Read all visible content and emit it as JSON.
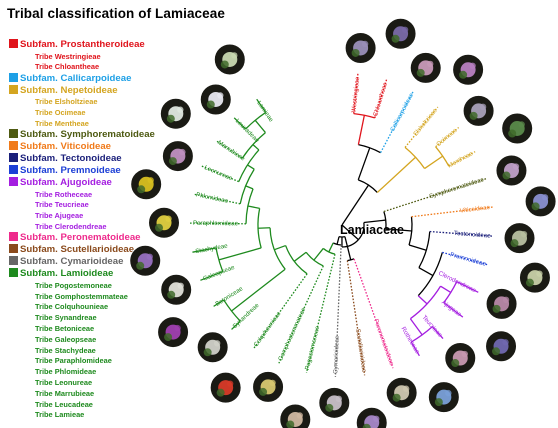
{
  "title": "Tribal classification of Lamiaceae",
  "root_label": "Lamiaceae",
  "legend": [
    {
      "label": "Subfam. Prostantheroideae",
      "color": "#e0141c",
      "tribes": [
        "Tribe Westringieae",
        "Tribe Chloantheae"
      ]
    },
    {
      "label": "Subfam. Callicarpoideae",
      "color": "#1ea0e6",
      "tribes": []
    },
    {
      "label": "Subfam. Nepetoideae",
      "color": "#d4a520",
      "tribes": [
        "Tribe Elsholtzieae",
        "Tribe Ocimeae",
        "Tribe Mentheae"
      ]
    },
    {
      "label": "Subfam. Symphorematoideae",
      "color": "#4e5a12",
      "tribes": []
    },
    {
      "label": "Subfam. Viticoideae",
      "color": "#f07a1a",
      "tribes": []
    },
    {
      "label": "Subfam. Tectonoideae",
      "color": "#1a1f7a",
      "tribes": []
    },
    {
      "label": "Subfam. Premnoideae",
      "color": "#1c3fd6",
      "tribes": []
    },
    {
      "label": "Subfam. Ajugoideae",
      "color": "#a41ee0",
      "tribes": [
        "Tribe Rotheceae",
        "Tribe Teucrieae",
        "Tribe Ajugeae",
        "Tribe Clerodendreae"
      ]
    },
    {
      "label": "Subfam. Peronematoideae",
      "color": "#ee2a8c",
      "tribes": []
    },
    {
      "label": "Subfam. Scutellarioideae",
      "color": "#8a4a1c",
      "tribes": []
    },
    {
      "label": "Subfam. Cymarioideae",
      "color": "#666666",
      "tribes": []
    },
    {
      "label": "Subfam. Lamioideae",
      "color": "#1e8a1e",
      "tribes": [
        "Tribe Pogostemoneae",
        "Tribe Gomphostemmateae",
        "Tribe Colquhounieae",
        "Tribe Synandreae",
        "Tribe Betoniceae",
        "Tribe Galeopseae",
        "Tribe Stachydeae",
        "Tribe Paraphlomideae",
        "Tribe Phlomideae",
        "Tribe Leonureae",
        "Tribe Marrubieae",
        "Tribe Leucadeae",
        "Tribe Lamieae"
      ]
    }
  ],
  "leaves": [
    {
      "label": "Westringieae",
      "color": "#e0141c",
      "photo": "#9a8fb8"
    },
    {
      "label": "Chloantheae",
      "color": "#e0141c",
      "photo": "#7a6aa8"
    },
    {
      "label": "Callicarpoideae",
      "color": "#1ea0e6",
      "photo": "#c89ab8"
    },
    {
      "label": "Elsholtzieae",
      "color": "#d4a520",
      "photo": "#b880c0"
    },
    {
      "label": "Ocimeae",
      "color": "#d4a520",
      "photo": "#a8a0b8"
    },
    {
      "label": "Mentheae",
      "color": "#d4a520",
      "photo": "#5a8a4a"
    },
    {
      "label": "Symphorematoideae",
      "color": "#4e5a12",
      "photo": "#c0a0c8"
    },
    {
      "label": "Viticoideae",
      "color": "#f07a1a",
      "photo": "#8a90d0"
    },
    {
      "label": "Tectonoideae",
      "color": "#1a1f7a",
      "photo": "#b8c0a0"
    },
    {
      "label": "Premnoideae",
      "color": "#1c3fd6",
      "photo": "#c8d0a8"
    },
    {
      "label": "Clerodendreae",
      "color": "#a41ee0",
      "photo": "#b888a8"
    },
    {
      "label": "Ajugeae",
      "color": "#a41ee0",
      "photo": "#7068b0"
    },
    {
      "label": "Teucrieae",
      "color": "#a41ee0",
      "photo": "#c898b0"
    },
    {
      "label": "Rotheceae",
      "color": "#a41ee0",
      "photo": "#7aa0d8"
    },
    {
      "label": "Peronematoideae",
      "color": "#ee2a8c",
      "photo": "#d0c8b0"
    },
    {
      "label": "Scutellarioideae",
      "color": "#8a4a1c",
      "photo": "#a888c8"
    },
    {
      "label": "Cymarioideae",
      "color": "#666666",
      "photo": "#c8c0c8"
    },
    {
      "label": "Pogostemoneae",
      "color": "#1e8a1e",
      "photo": "#d0b8a0"
    },
    {
      "label": "Gomphostemmateae",
      "color": "#1e8a1e",
      "photo": "#d8c870"
    },
    {
      "label": "Colquhounieae",
      "color": "#1e8a1e",
      "photo": "#d83a28"
    },
    {
      "label": "Synandreae",
      "color": "#1e8a1e",
      "photo": "#d0d0c8"
    },
    {
      "label": "Betoniceae",
      "color": "#1e8a1e",
      "photo": "#a040b0"
    },
    {
      "label": "Galeopseae",
      "color": "#1e8a1e",
      "photo": "#e0e0d8"
    },
    {
      "label": "Stachydeae",
      "color": "#1e8a1e",
      "photo": "#9870c0"
    },
    {
      "label": "Paraphlomideae",
      "color": "#1e8a1e",
      "photo": "#e0d040"
    },
    {
      "label": "Phlomideae",
      "color": "#1e8a1e",
      "photo": "#d8c020"
    },
    {
      "label": "Leonureae",
      "color": "#1e8a1e",
      "photo": "#c090c0"
    },
    {
      "label": "Marrubieae",
      "color": "#1e8a1e",
      "photo": "#e0e8e0"
    },
    {
      "label": "Leucadeae",
      "color": "#1e8a1e",
      "photo": "#e8e8f0"
    },
    {
      "label": "Lamieae",
      "color": "#1e8a1e",
      "photo": "#c8d8b0"
    }
  ]
}
